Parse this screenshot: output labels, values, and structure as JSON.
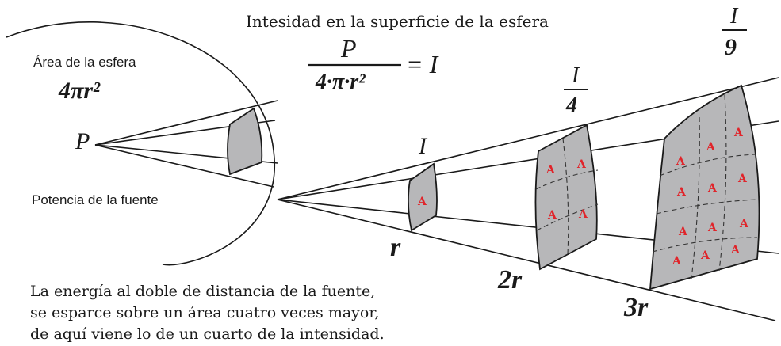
{
  "title": "Intesidad en la superficie de la esfera",
  "sphere_area_label": "Área de la esfera",
  "sphere_area_formula": "4πr²",
  "source_label": "P",
  "source_power_label": "Potencia de la fuente",
  "formula": {
    "numerator": "P",
    "denominator": "4·π·r²",
    "result": "= I"
  },
  "intensity_labels": {
    "at_r": "I",
    "at_2r": {
      "numerator": "I",
      "denominator": "4"
    },
    "at_3r": {
      "numerator": "I",
      "denominator": "9"
    }
  },
  "distance_labels": [
    "r",
    "2r",
    "3r"
  ],
  "cell_label": "A",
  "caption_lines": [
    "La energía al doble de distancia de la fuente,",
    "se esparce sobre un área cuatro veces mayor,",
    "de aquí viene lo de un cuarto de la intensidad."
  ],
  "colors": {
    "patch_fill": "#b7b7b9",
    "cell_label": "#e0242a",
    "ink": "#1a1a1a"
  }
}
